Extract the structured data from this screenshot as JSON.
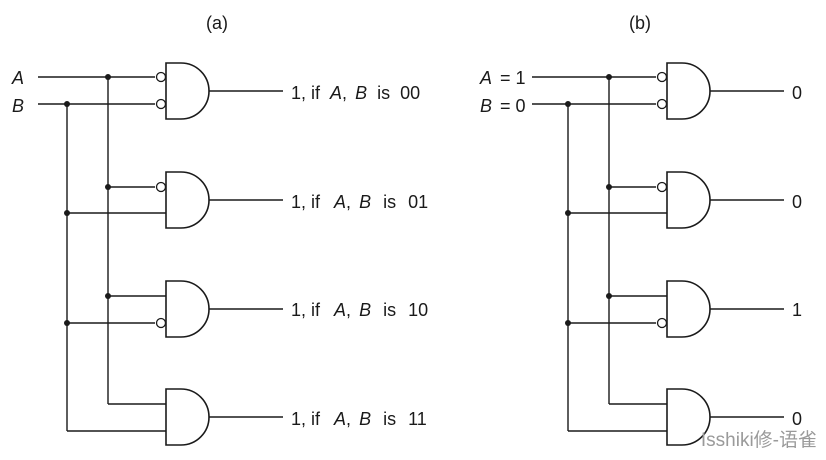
{
  "panels": {
    "a": {
      "title": "(a)",
      "input_a": "A",
      "input_b": "B",
      "outputs": [
        {
          "prefix": "1,  if",
          "var_a": "A",
          "comma": ",",
          "var_b": "B",
          "is_word": "is",
          "code": "00"
        },
        {
          "prefix": "1,  if",
          "var_a": "A",
          "comma": ",",
          "var_b": "B",
          "is_word": "is",
          "code": "01"
        },
        {
          "prefix": "1,  if",
          "var_a": "A",
          "comma": ",",
          "var_b": "B",
          "is_word": "is",
          "code": "10"
        },
        {
          "prefix": "1,  if",
          "var_a": "A",
          "comma": ",",
          "var_b": "B",
          "is_word": "is",
          "code": "11"
        }
      ]
    },
    "b": {
      "title": "(b)",
      "input_a_var": "A",
      "input_a_val": "= 1",
      "input_b_var": "B",
      "input_b_val": "= 0",
      "outputs": [
        "0",
        "0",
        "1",
        "0"
      ]
    }
  },
  "watermark": "Isshiki修-语雀"
}
